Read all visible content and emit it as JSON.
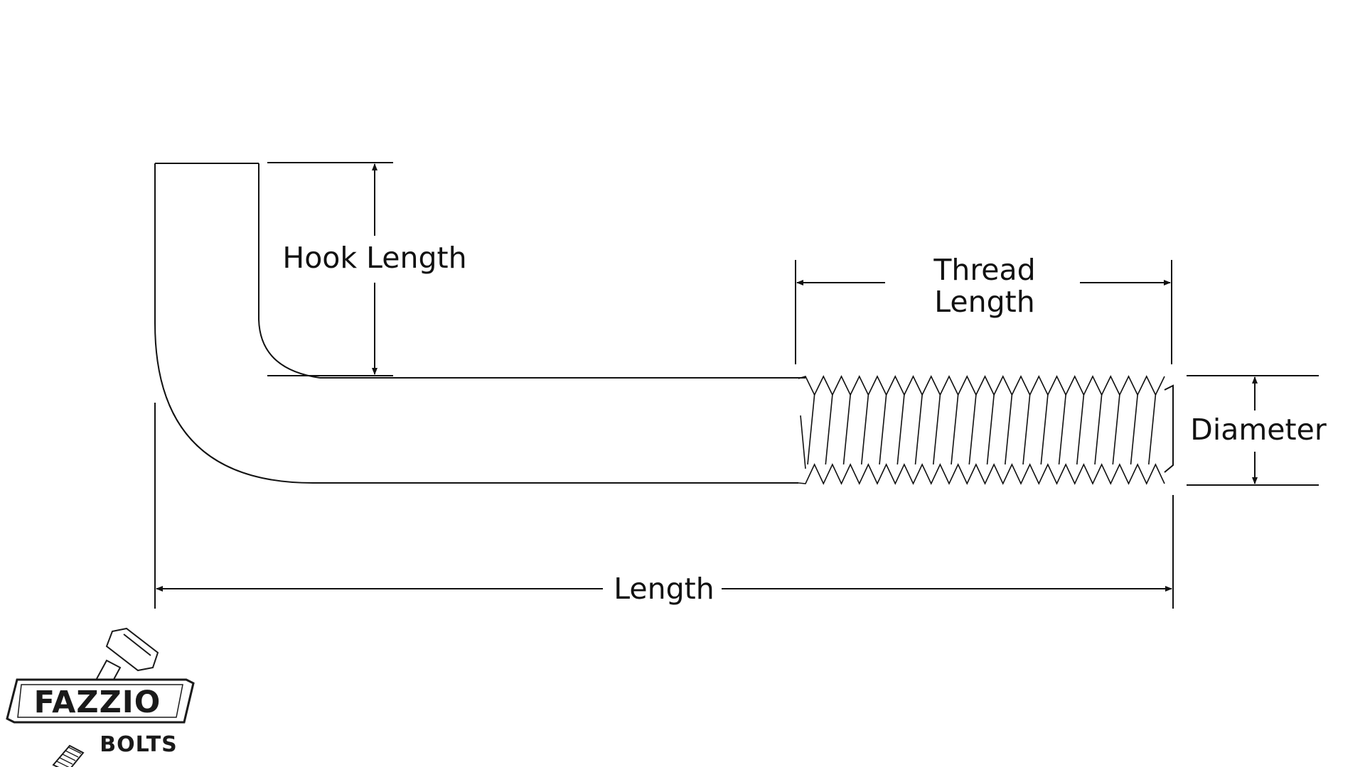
{
  "diagram": {
    "labels": {
      "hook_length": "Hook Length",
      "thread_length_line1": "Thread",
      "thread_length_line2": "Length",
      "diameter": "Diameter",
      "length": "Length"
    }
  },
  "logo": {
    "brand": "FAZZIO",
    "sub": "BOLTS"
  },
  "colors": {
    "line": "#111111",
    "background": "#ffffff"
  }
}
